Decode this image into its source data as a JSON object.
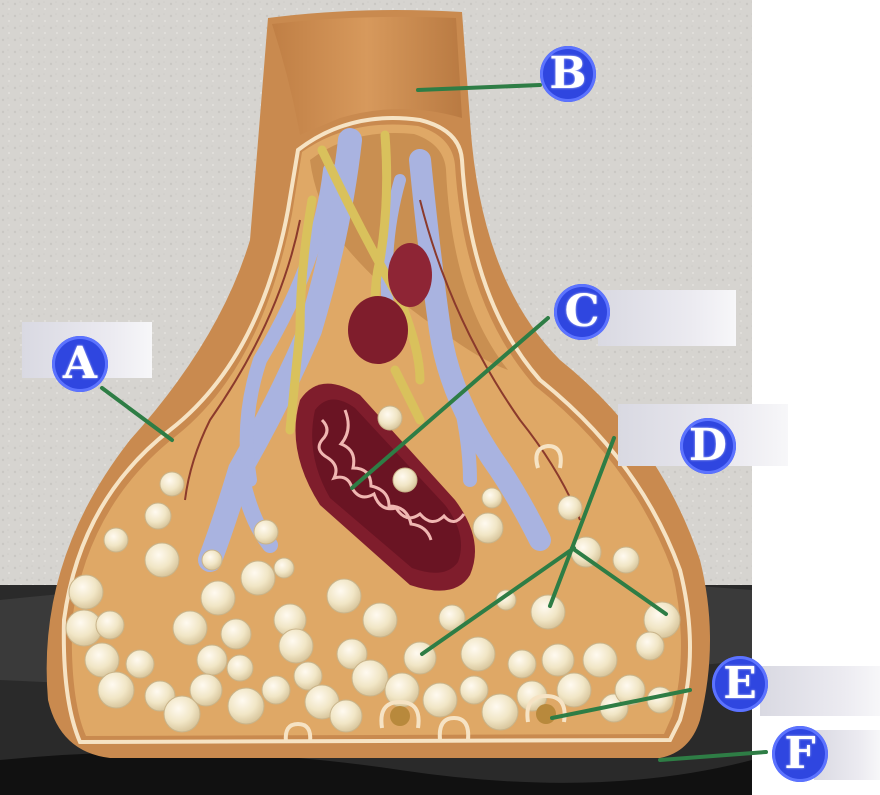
{
  "labels": {
    "a": "A",
    "b": "B",
    "c": "C",
    "d": "D",
    "e": "E",
    "f": "F"
  },
  "colors": {
    "background_wall": "#d8d6d2",
    "terminal_body": "#c98a4f",
    "cytoplasm": "#dfa866",
    "vesicle": "#f1e6c6",
    "mitochondrion": "#7f1d2c",
    "microtubule": "#a9b3e0",
    "neurofilament": "#d9c15c",
    "label_circle": "#2f46e0",
    "leader_line": "#2e7d45",
    "base": "#1a1a1a"
  }
}
